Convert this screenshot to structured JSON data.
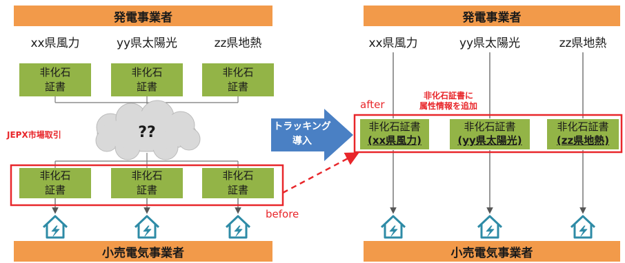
{
  "colors": {
    "header_bar": "#f29a4a",
    "certificate": "#93b447",
    "highlight": "#e8262a",
    "arrow": "#4a80c4",
    "house_icon": "#2e8ba6",
    "cloud": "#d9d9d9"
  },
  "left": {
    "top_bar": "発電事業者",
    "sources": [
      "xx県風力",
      "yy県太陽光",
      "zz県地熱"
    ],
    "certs_top": [
      {
        "line1": "非化石",
        "line2": "証書"
      },
      {
        "line1": "非化石",
        "line2": "証書"
      },
      {
        "line1": "非化石",
        "line2": "証書"
      }
    ],
    "cloud_text": "??",
    "market_label": "JEPX市場取引",
    "certs_bottom": [
      {
        "line1": "非化石",
        "line2": "証書"
      },
      {
        "line1": "非化石",
        "line2": "証書"
      },
      {
        "line1": "非化石",
        "line2": "証書"
      }
    ],
    "before_label": "before",
    "bottom_bar": "小売電気事業者"
  },
  "middle": {
    "arrow_line1": "トラッキング",
    "arrow_line2": "導入"
  },
  "right": {
    "top_bar": "発電事業者",
    "sources": [
      "xx県風力",
      "yy県太陽光",
      "zz県地熱"
    ],
    "after_label": "after",
    "note_line1": "非化石証書に",
    "note_line2": "属性情報を追加",
    "certs": [
      {
        "name": "非化石証書",
        "attr": "(xx県風力)"
      },
      {
        "name": "非化石証書",
        "attr": "(yy県太陽光)"
      },
      {
        "name": "非化石証書",
        "attr": "(zz県地熱)"
      }
    ],
    "bottom_bar": "小売電気事業者"
  }
}
